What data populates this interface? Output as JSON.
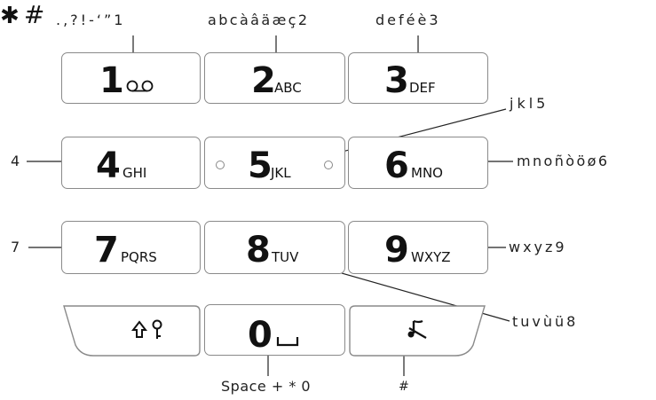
{
  "keys": [
    {
      "digit": "1",
      "letters": "",
      "icon": "voicemail-icon"
    },
    {
      "digit": "2",
      "letters": "ABC"
    },
    {
      "digit": "3",
      "letters": "DEF"
    },
    {
      "digit": "4",
      "letters": "GHI"
    },
    {
      "digit": "5",
      "letters": "JKL"
    },
    {
      "digit": "6",
      "letters": "MNO"
    },
    {
      "digit": "7",
      "letters": "PQRS"
    },
    {
      "digit": "8",
      "letters": "TUV"
    },
    {
      "digit": "9",
      "letters": "WXYZ"
    },
    {
      "digit": "0",
      "letters": "",
      "icon": "space-icon"
    }
  ],
  "special_keys": {
    "star": {
      "symbol": "✱",
      "icons": [
        "shift-icon",
        "key-icon"
      ]
    },
    "hash": {
      "symbol": "#",
      "icons": [
        "silent-icon"
      ]
    }
  },
  "callouts": {
    "key1": ".,?!-‘”1",
    "key2": "abcàâäæç2",
    "key3": "deféè3",
    "key4": "4",
    "key5": "jkl5",
    "key6": "mnoñòöø6",
    "key7": "7",
    "key8": "tuvùü8",
    "key9": "wxyz9",
    "key0": "Space + * 0",
    "hash": "#"
  }
}
